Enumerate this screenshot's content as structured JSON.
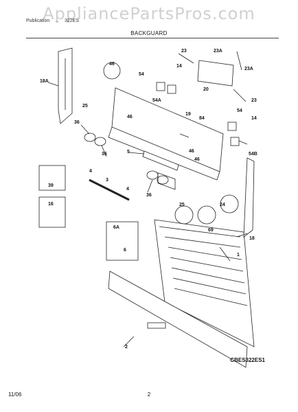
{
  "header": {
    "publication": "Publication",
    "publication_rest": "...",
    "model_partial": "322ES",
    "section_title": "BACKGUARD"
  },
  "watermark": "AppliancePartsPros.com",
  "footer": {
    "date": "11/06",
    "page": "2"
  },
  "diagram_code": "CBES322ES1",
  "callouts": [
    "18A",
    "23",
    "23A",
    "23A",
    "46",
    "54",
    "14",
    "54A",
    "20",
    "23",
    "25",
    "46",
    "19",
    "84",
    "54",
    "14",
    "36",
    "36",
    "5",
    "46",
    "46",
    "54B",
    "4",
    "4",
    "3",
    "39",
    "36",
    "24",
    "25",
    "69",
    "16",
    "1",
    "18",
    "6A",
    "6",
    "2"
  ]
}
